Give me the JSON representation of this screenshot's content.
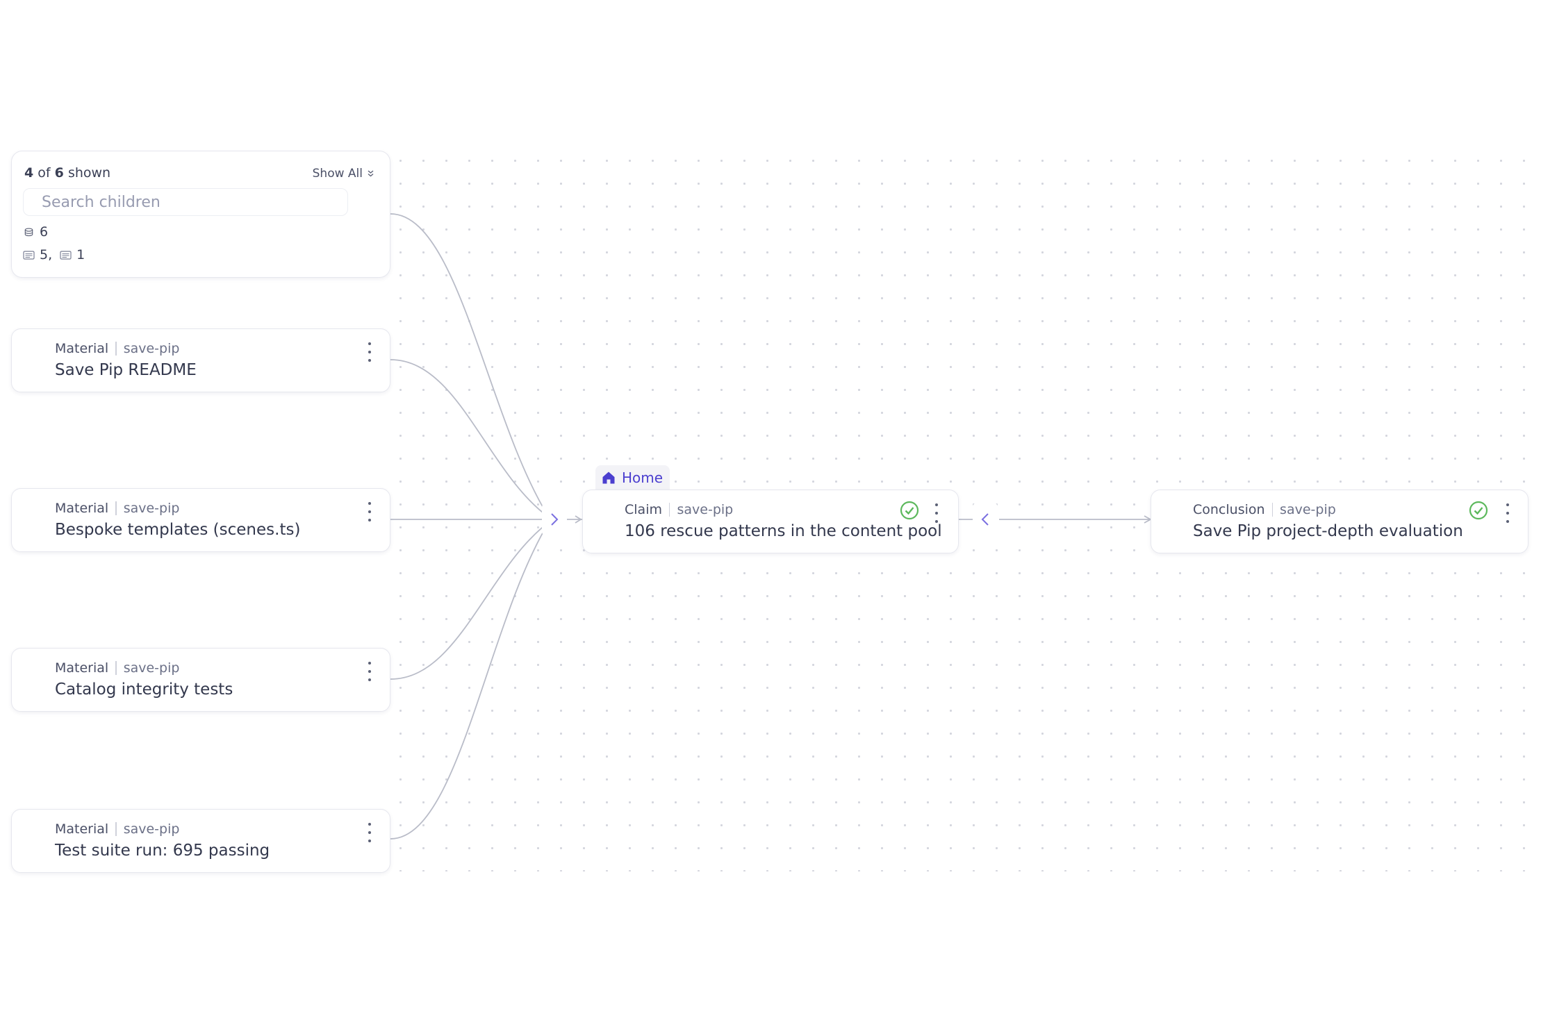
{
  "group": {
    "shown_count": "4",
    "of_label": "of",
    "total_count": "6",
    "shown_label": "shown",
    "show_all_label": "Show All",
    "search_placeholder": "Search children",
    "stat_total": "6",
    "stat_types_a": "5,",
    "stat_types_b": "1"
  },
  "materials": [
    {
      "type": "Material",
      "project": "save-pip",
      "title": "Save Pip README"
    },
    {
      "type": "Material",
      "project": "save-pip",
      "title": "Bespoke templates (scenes.ts)"
    },
    {
      "type": "Material",
      "project": "save-pip",
      "title": "Catalog integrity tests"
    },
    {
      "type": "Material",
      "project": "save-pip",
      "title": "Test suite run: 695 passing"
    }
  ],
  "home_tab": {
    "label": "Home",
    "icon": "home-icon"
  },
  "claim": {
    "type": "Claim",
    "project": "save-pip",
    "title": "106 rescue patterns in the content pool",
    "status": "verified-check-icon"
  },
  "conclusion": {
    "type": "Conclusion",
    "project": "save-pip",
    "title": "Save Pip project-depth evaluation",
    "status": "verified-check-icon"
  },
  "colors": {
    "accent": "#4b3fcf",
    "check": "#5cb85c",
    "edge": "#b9bcc8",
    "border": "#e6e7ee"
  }
}
